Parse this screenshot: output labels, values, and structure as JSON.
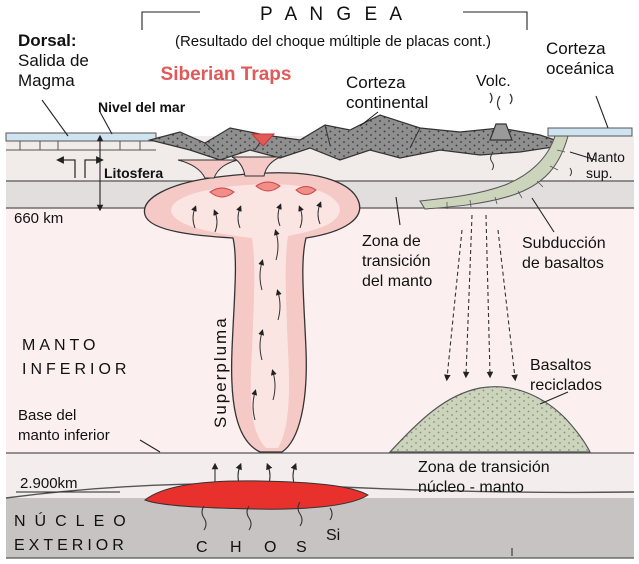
{
  "labels": {
    "pangea_title": "P A N G E A",
    "pangea_subtitle": "(Resultado del choque múltiple de placas cont.)",
    "dorsal": [
      "Dorsal:",
      "Salida de",
      "Magma"
    ],
    "siberian_traps": "Siberian Traps",
    "corteza_continental": [
      "Corteza",
      "continental"
    ],
    "volc": "Volc.",
    "corteza_oceanica": [
      "Corteza",
      "oceánica"
    ],
    "nivel_del_mar": "Nivel del mar",
    "litosfera": "Litosfera",
    "manto_sup": [
      "Manto",
      "sup."
    ],
    "depth_660": "660 km",
    "zona_transicion_manto": [
      "Zona de",
      "transición",
      "del manto"
    ],
    "subduccion": [
      "Subducción",
      "de basaltos"
    ],
    "manto_inferior": [
      "MANTO",
      "INFERIOR"
    ],
    "superpluma": "Superpluma",
    "basaltos_reciclados": [
      "Basaltos",
      "reciclados"
    ],
    "base_manto_inferior": [
      "Base del",
      "manto inferior"
    ],
    "zona_transicion_nucleo": [
      "Zona de transición",
      "núcleo - manto"
    ],
    "depth_2900": "2.900km",
    "nucleo_exterior": [
      "NÚCLEO",
      "EXTERIOR"
    ],
    "elements": [
      "C",
      "H",
      "O",
      "S",
      "Si"
    ]
  },
  "colors": {
    "lower_mantle": "#fbf0ef",
    "transition_zone": "#e2dedd",
    "lithosphere": "#f1ebea",
    "core": "#c7c3c3",
    "plume": "#f4c9c6",
    "plume_core": "#fbe5e3",
    "plume_source": "#e8302c",
    "continental_crust": "#8f8f8f",
    "oceanic_crust": "#cfe3f1",
    "recycled_basalt": "#ccd5bb",
    "siberian_traps": "#e05a5a"
  }
}
